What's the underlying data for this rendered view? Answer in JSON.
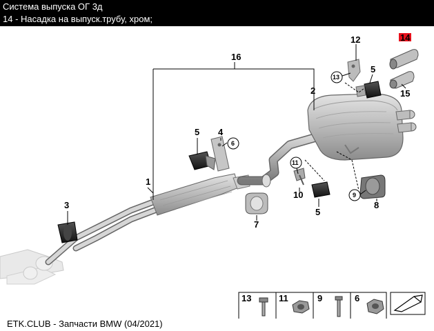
{
  "header": {
    "title": "Система выпуска ОГ 3д",
    "subtitle": "14 - Насадка на выпуск.трубу, хром;"
  },
  "diagram": {
    "callouts": {
      "n1": "1",
      "n2": "2",
      "n3": "3",
      "n4": "4",
      "n5a": "5",
      "n5b": "5",
      "n5c": "5",
      "n6": "6",
      "n7": "7",
      "n8": "8",
      "n9": "9",
      "n10": "10",
      "n11": "11",
      "n12": "12",
      "n13": "13",
      "n14": "14",
      "n15": "15",
      "n16": "16"
    },
    "highlight_color": "#e8101c",
    "legend": [
      {
        "number": "13",
        "icon": "bolt-flange-icon"
      },
      {
        "number": "11",
        "icon": "flange-nut-icon"
      },
      {
        "number": "9",
        "icon": "screw-icon"
      },
      {
        "number": "6",
        "icon": "hex-nut-icon"
      }
    ],
    "doc_number": "156070"
  },
  "footer": {
    "text": "ETK.CLUB - Запчасти BMW (04/2021)"
  }
}
